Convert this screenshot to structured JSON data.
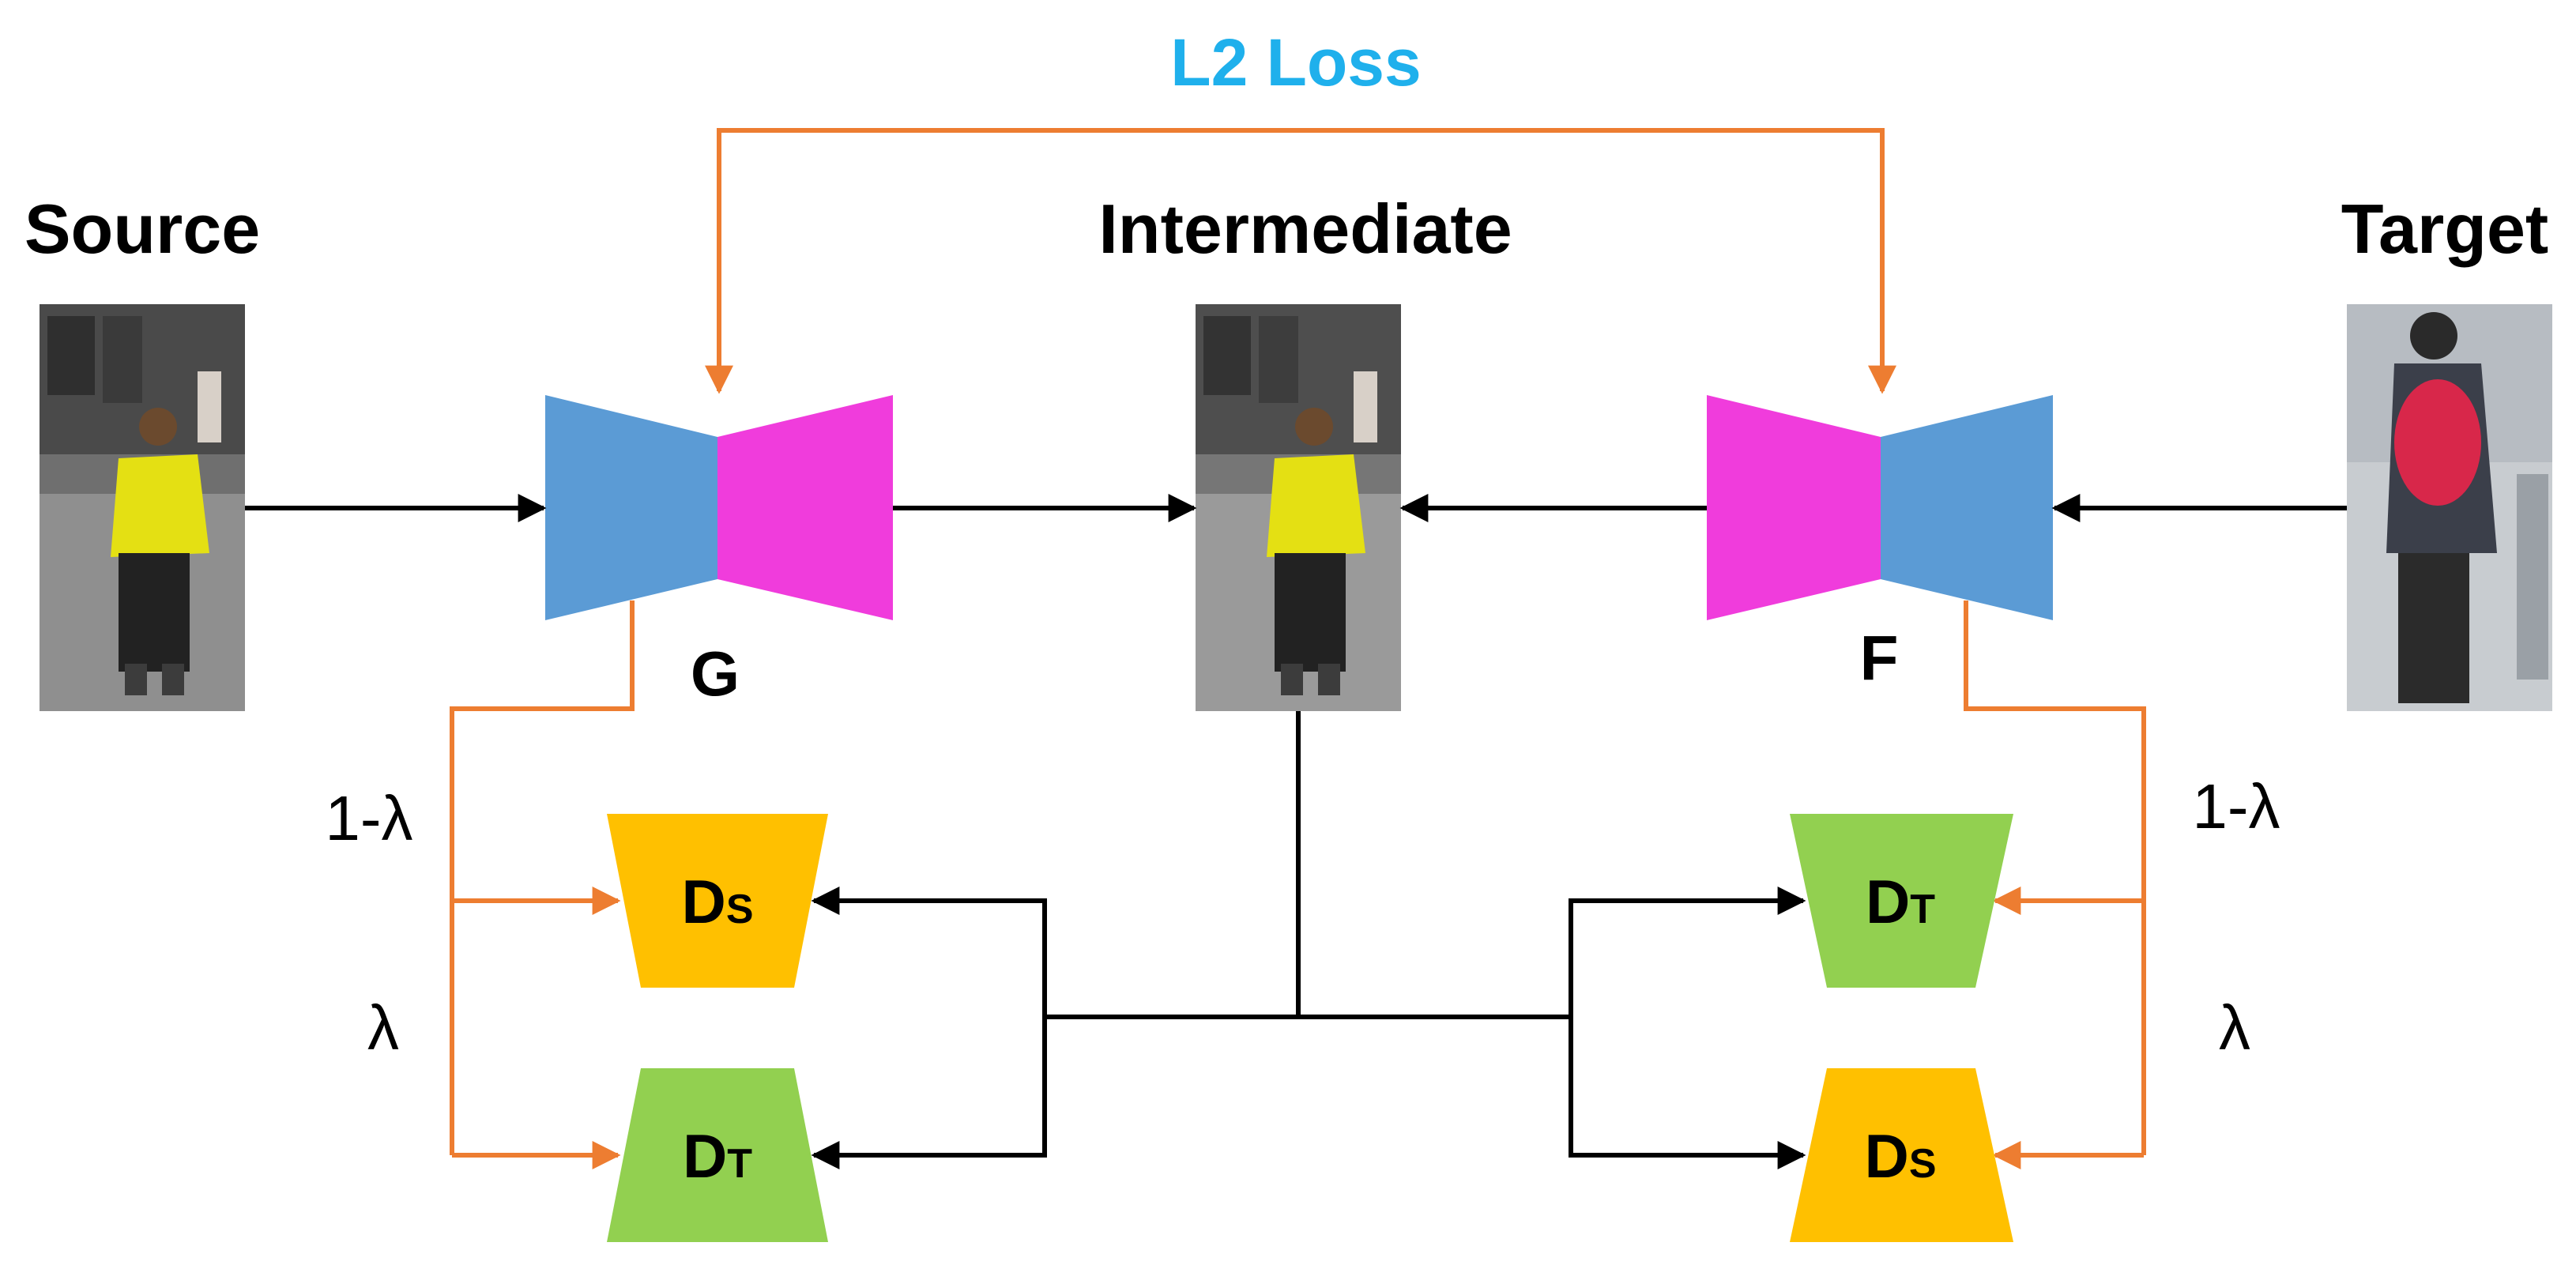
{
  "labels": {
    "source": "Source",
    "intermediate": "Intermediate",
    "target": "Target",
    "loss": "L2  Loss",
    "g": "G",
    "f": "F",
    "one_minus_lambda_left": "1-λ",
    "lambda_left": "λ",
    "one_minus_lambda_right": "1-λ",
    "lambda_right": "λ"
  },
  "discriminators": {
    "left_top": {
      "main": "D",
      "sub": "S"
    },
    "left_bottom": {
      "main": "D",
      "sub": "T"
    },
    "right_top": {
      "main": "D",
      "sub": "T"
    },
    "right_bottom": {
      "main": "D",
      "sub": "S"
    }
  },
  "colors": {
    "encoder_blue": "#5B9BD5",
    "decoder_magenta": "#F03CDC",
    "disc_source_orange": "#FFC000",
    "disc_target_green": "#92D050",
    "loss_text": "#1FB0EC",
    "orange_line": "#ED7D31",
    "black_line": "#000000"
  },
  "icons": {
    "source_image": "person-photo-yellow-shirt",
    "intermediate_image": "person-photo-yellow-shirt",
    "target_image": "person-photo-red-backpack"
  }
}
